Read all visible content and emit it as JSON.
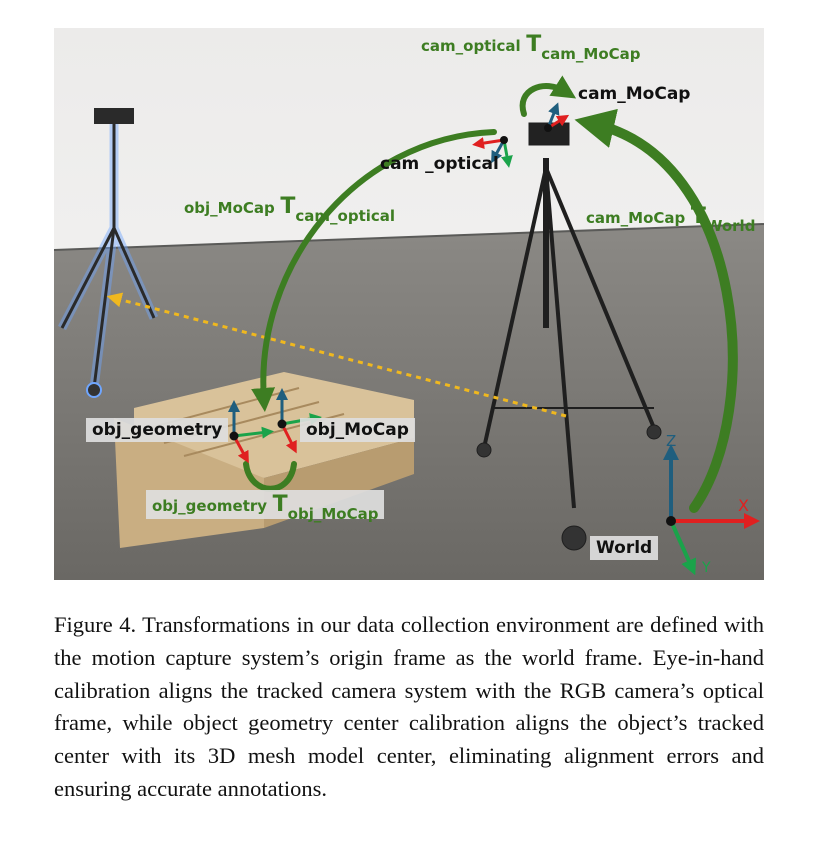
{
  "figure": {
    "labels": {
      "cam_optical_T_cam_MoCap": {
        "pre": "cam_optical",
        "T": "T",
        "sub": "cam_MoCap"
      },
      "obj_MoCap_T_cam_optical": {
        "pre": "obj_MoCap",
        "T": "T",
        "sub": "cam_optical"
      },
      "cam_MoCap_T_World": {
        "pre": "cam_MoCap",
        "T": "T",
        "sub": "World"
      },
      "obj_geometry_T_obj_MoCap": {
        "pre": "obj_geometry",
        "T": "T",
        "sub": "obj_MoCap"
      },
      "frame_cam_MoCap": "cam_MoCap",
      "frame_cam_optical": "cam _optical",
      "frame_obj_geometry": "obj_geometry",
      "frame_obj_MoCap": "obj_MoCap",
      "frame_world": "World",
      "axis_x": "X",
      "axis_y": "Y",
      "axis_z": "Z"
    },
    "colors": {
      "arrow_green": "#3d7d22",
      "axis_red": "#e02020",
      "axis_green": "#1aa34a",
      "axis_blue": "#1f5e7e",
      "dotted": "#f0b81e"
    }
  },
  "caption": "Figure 4. Transformations in our data collection environment are defined with the motion capture system’s origin frame as the world frame. Eye-in-hand calibration aligns the tracked camera system with the RGB camera’s optical frame, while object geometry center calibration aligns the object’s tracked center with its 3D mesh model center, eliminating alignment errors and ensuring accurate annotations."
}
